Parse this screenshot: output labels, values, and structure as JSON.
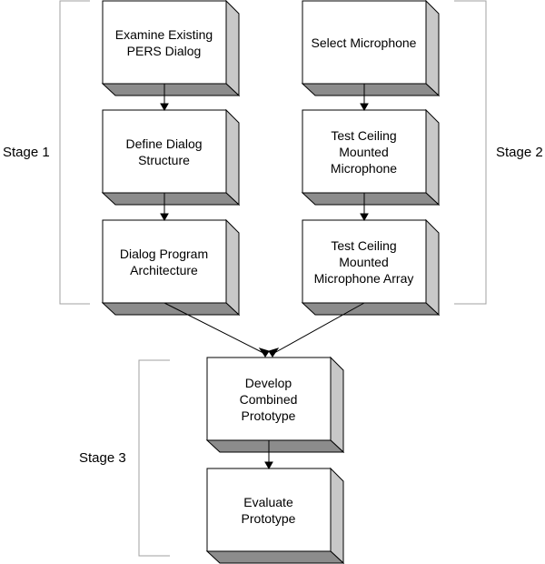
{
  "colors": {
    "box_fill": "#ffffff",
    "box_side": "#c8c8c8",
    "box_bottom": "#8c8c8c",
    "stroke": "#000000",
    "bracket": "#a0a0a0"
  },
  "stages": {
    "stage1": "Stage 1",
    "stage2": "Stage 2",
    "stage3": "Stage 3"
  },
  "boxes": {
    "examine": "Examine Existing\nPERS Dialog",
    "define": "Define Dialog\nStructure",
    "architecture": "Dialog Program\nArchitecture",
    "select_mic": "Select Microphone",
    "test_ceiling": "Test Ceiling\nMounted\nMicrophone",
    "test_array": "Test Ceiling\nMounted\nMicrophone Array",
    "develop": "Develop\nCombined\nPrototype",
    "evaluate": "Evaluate\nPrototype"
  }
}
